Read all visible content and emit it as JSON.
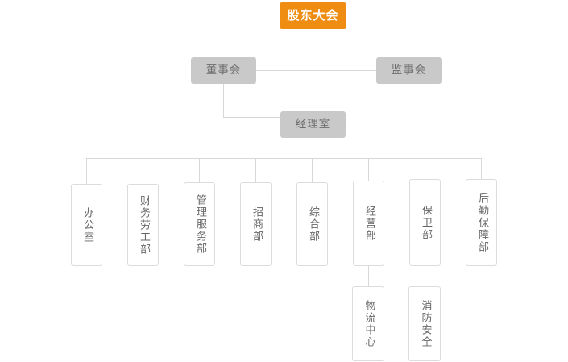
{
  "chart": {
    "title": "",
    "type": "org-chart",
    "colors": {
      "root_fill": "#ef8c12",
      "root_text": "#ffffff",
      "level_fill": "#c9c9c9",
      "level_text": "#6e6e6e",
      "dept_fill": "#ffffff",
      "dept_border": "#dcdcdc",
      "dept_text": "#666666",
      "connector": "#d8d8d8",
      "background": "#ffffff"
    },
    "levels": {
      "root": {
        "label": "股东大会"
      },
      "board": {
        "label": "董事会"
      },
      "supervisory": {
        "label": "监事会"
      },
      "manager": {
        "label": "经理室"
      }
    },
    "departments": [
      {
        "label": "办公室"
      },
      {
        "label": "财务劳工部"
      },
      {
        "label": "管理服务部"
      },
      {
        "label": "招商部"
      },
      {
        "label": "综合部"
      },
      {
        "label": "经营部"
      },
      {
        "label": "保卫部"
      },
      {
        "label": "后勤保障部"
      }
    ],
    "sub_departments": [
      {
        "label": "物流中心",
        "parent": "经营部"
      },
      {
        "label": "消防安全",
        "parent": "保卫部"
      }
    ]
  }
}
